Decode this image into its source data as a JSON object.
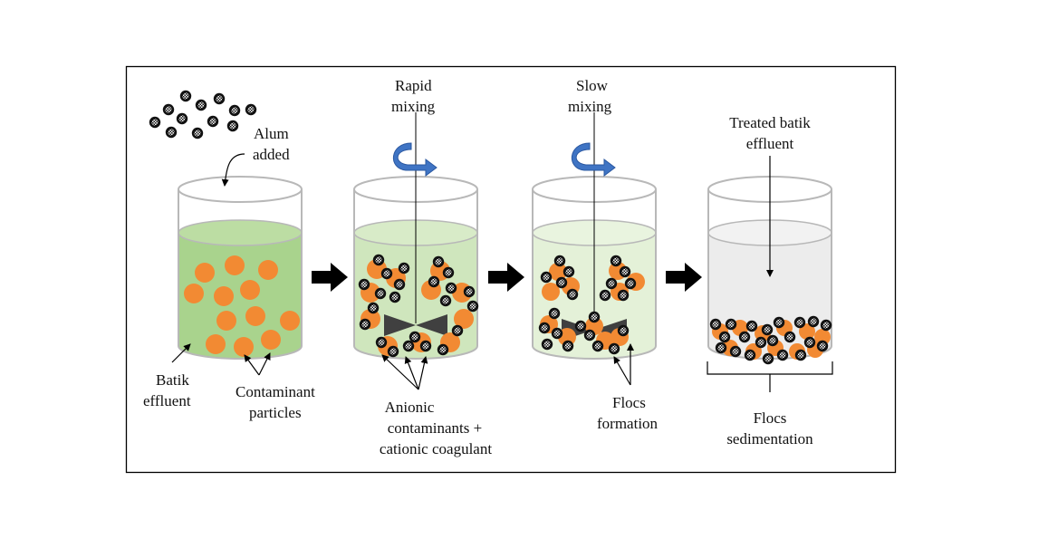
{
  "labels": {
    "alum_line1": "Alum",
    "alum_line2": "added",
    "batik_line1": "Batik",
    "batik_line2": "effluent",
    "contaminant_line1": "Contaminant",
    "contaminant_line2": "particles",
    "rapid_line1": "Rapid",
    "rapid_line2": "mixing",
    "anionic_line1": "Anionic",
    "anionic_line2": "contaminants +",
    "anionic_line3": "cationic coagulant",
    "slow_line1": "Slow",
    "slow_line2": "mixing",
    "flocs_formation_line1": "Flocs",
    "flocs_formation_line2": "formation",
    "treated_line1": "Treated batik",
    "treated_line2": "effluent",
    "flocs_sed_line1": "Flocs",
    "flocs_sed_line2": "sedimentation"
  },
  "colors": {
    "frame": "#000000",
    "beaker_outline": "#b8b8b8",
    "liquid_stage1": "#a9d38d",
    "liquid_stage2": "#cfe6bd",
    "liquid_stage3": "#e4f1d8",
    "liquid_stage4": "#ececec",
    "contaminant": "#f28a33",
    "coagulant": "#111111",
    "mixer_arrow": "#3f74c4",
    "impeller": "#404040"
  },
  "icons": {
    "mixing": "curved-rotation-arrow-icon",
    "step": "right-block-arrow-icon",
    "coagulant": "checkered-ball-icon"
  }
}
